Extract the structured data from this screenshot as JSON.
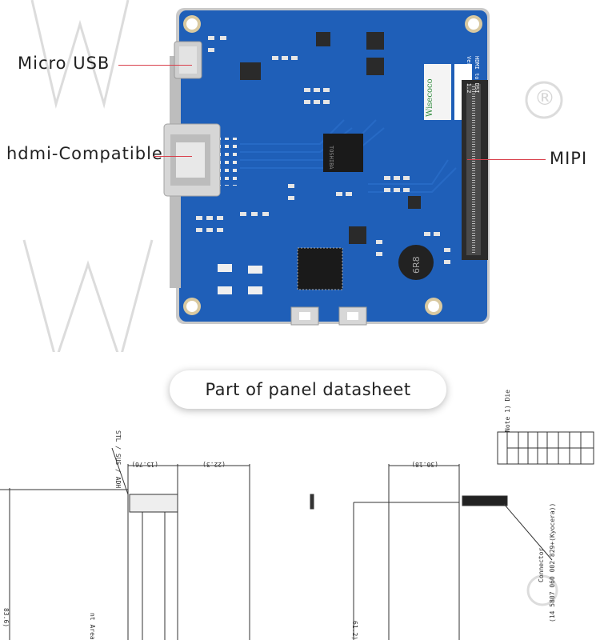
{
  "callouts": {
    "micro_usb": "Micro USB",
    "hdmi": "hdmi-Compatible",
    "mipi": "MIPI"
  },
  "banner": {
    "label": "Part of panel datasheet"
  },
  "board": {
    "silk_top": "HDMI to DSI",
    "silk_version": "Version 1.2",
    "brand": "Wisecoco",
    "chip_main": "TOSHIBA",
    "inductor": "6R8"
  },
  "watermark": {
    "registered": "®"
  },
  "drawing": {
    "dim_left_top": "(15.76)",
    "dim_left_top2": "(22.3)",
    "dim_right_top": "(30.18)",
    "dim_side": "83.6)",
    "dim_side2": "61.2)",
    "label_stack": "STL / SUS / ADH",
    "active_area": "nt Area",
    "note": "Note 1) Die",
    "connector": "Connector",
    "connector_part": "(14 5807 060 002 829+(Kyocera))"
  },
  "colors": {
    "pcb": "#1f5fb8",
    "pcb_dark": "#184a93",
    "leader": "#d9404c"
  }
}
